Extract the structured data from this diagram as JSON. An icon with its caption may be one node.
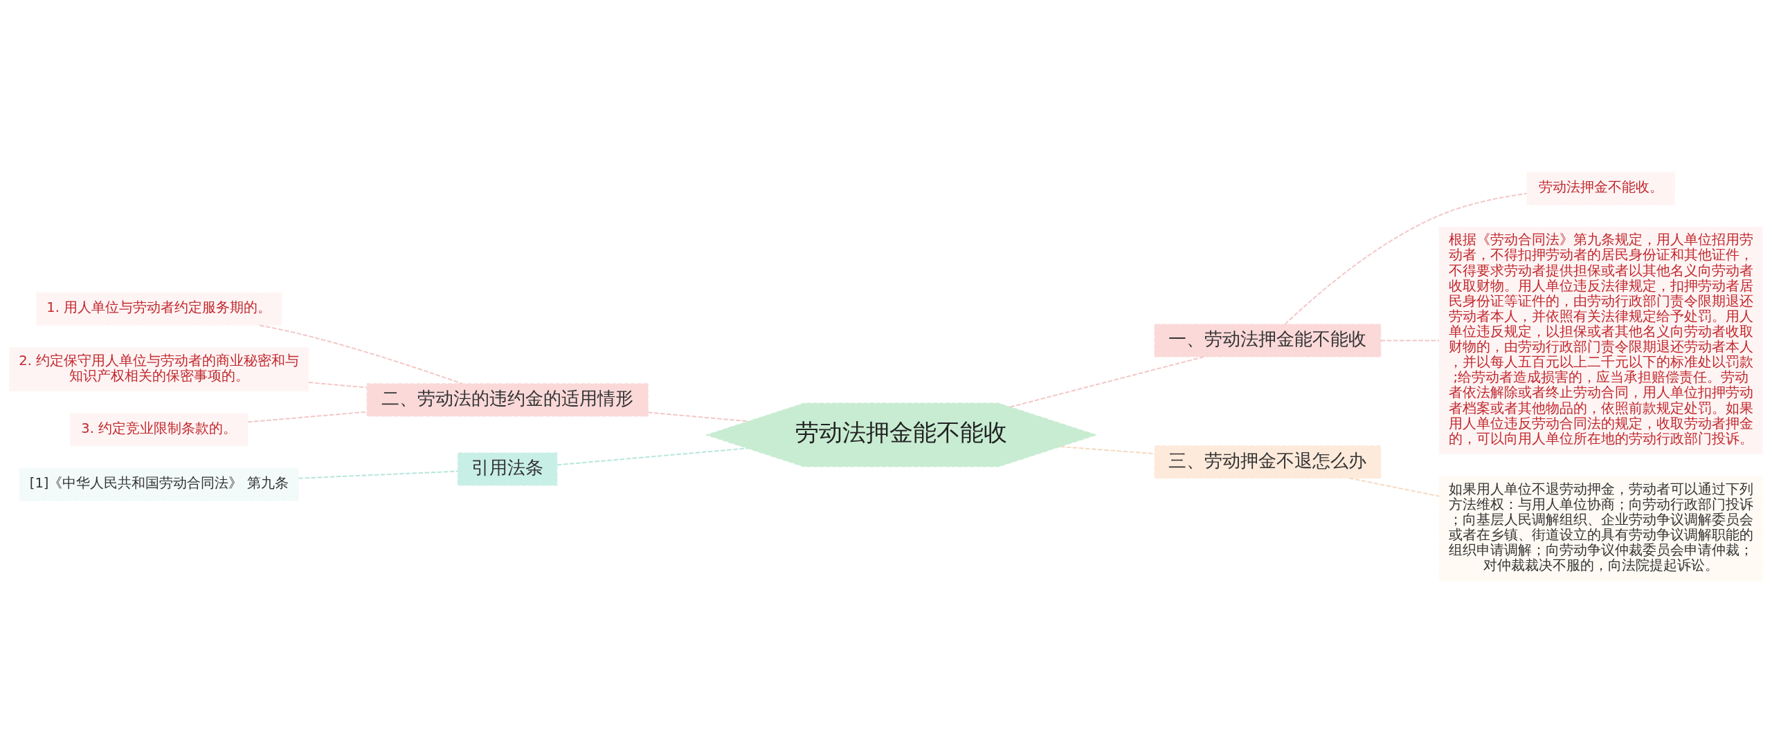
{
  "diagram": {
    "nodes": [
      {
        "text": [
          "劳动法押金能不能收"
        ]
      },
      {
        "text": [
          "一、劳动法押金能不能收"
        ]
      },
      {
        "text": [
          "劳动法押金不能收。"
        ]
      },
      {
        "text": [
          "根据《劳动合同法》第九条规定，用人单位招用劳动者，不得扣押劳动者的居民身份证和其他证件，不得要求劳动者提供担保或者以其他名义向劳动者收取财物。用人单位违反法律规定，扣押劳动者居民身份证等证件的，由劳动行政部门责令限期退还劳动者本人，并依照有关法律规定给予处罚。用人单位违反规定，以担保或者其他名义向劳动者收取财物的，由劳动行政部门责令限期退还劳动者本人，并以每人五百元以上二千元以下的标准处以罚款;给劳动者造成损害的，应当承担赔偿责任。劳动者依法解除或者终止劳动合同，用人单位扣押劳动者档案或者其他物品的，依照前款规定处罚。如果用人单位违反劳动合同法的规定，收取劳动者押金的，可以向用人单位所在地的劳动行政部门投诉。"
        ]
      },
      {
        "text": [
          "三、劳动押金不退怎么办"
        ]
      },
      {
        "text": [
          "如果用人单位不退劳动押金，劳动者可以通过下列方法维权：与用人单位协商；向劳动行政部门投诉；向基层人民调解组织、企业劳动争议调解委员会或者在乡镇、街道设立的具有劳动争议调解职能的组织申请调解；向劳动争议仲裁委员会申请仲裁；对仲裁裁决不服的，向法院提起诉讼。"
        ]
      },
      {
        "text": [
          "二、劳动法的违约金的适用情形"
        ]
      },
      {
        "text": [
          "1. 用人单位与劳动者约定服务期的。"
        ]
      },
      {
        "text": [
          "2. 约定保守用人单位与劳动者的商业秘密和与知识产权相关的保密事项的。"
        ]
      },
      {
        "text": [
          "3. 约定竞业限制条款的。"
        ]
      },
      {
        "text": [
          "引用法条"
        ]
      },
      {
        "text": [
          "[1]《中华人民共和国劳动合同法》 第九条"
        ]
      }
    ],
    "edges": [
      {
        "from": 0,
        "to": 1,
        "arrow": "none",
        "style": "dashed"
      },
      {
        "from": 1,
        "to": 2,
        "arrow": "none",
        "style": "dashed"
      },
      {
        "from": 1,
        "to": 3,
        "arrow": "none",
        "style": "dashed"
      },
      {
        "from": 0,
        "to": 4,
        "arrow": "none",
        "style": "dashed",
        "color": "#f5d9bf"
      },
      {
        "from": 4,
        "to": 5,
        "arrow": "none",
        "style": "dashed",
        "color": "#f5d9bf"
      },
      {
        "from": 0,
        "to": 6,
        "arrow": "none",
        "style": "dashed"
      },
      {
        "from": 6,
        "to": 7,
        "arrow": "none",
        "style": "dashed"
      },
      {
        "from": 6,
        "to": 8,
        "arrow": "none",
        "style": "dashed"
      },
      {
        "from": 6,
        "to": 9,
        "arrow": "none",
        "style": "dashed"
      },
      {
        "from": 0,
        "to": 10,
        "arrow": "none",
        "style": "dashed",
        "color": "#b5e6dc"
      },
      {
        "from": 10,
        "to": 11,
        "arrow": "none",
        "style": "dashed",
        "color": "#b5e6dc"
      }
    ]
  }
}
